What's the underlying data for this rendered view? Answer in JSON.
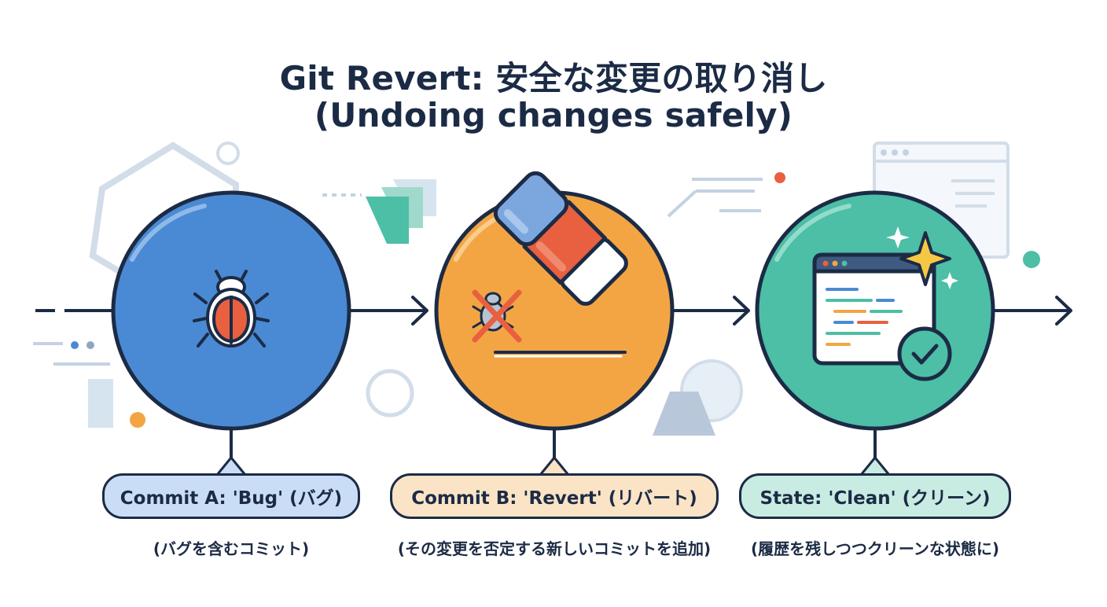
{
  "title": {
    "line1": "Git Revert: 安全な変更の取り消し",
    "line2": "(Undoing changes safely)"
  },
  "steps": [
    {
      "label": "Commit A: 'Bug' (バグ)",
      "caption": "(バグを含むコミット)",
      "color": "#4a8ad4",
      "icon": "bug-icon"
    },
    {
      "label": "Commit B: 'Revert' (リバート)",
      "caption": "(その変更を否定する新しいコミットを追加)",
      "color": "#f3a544",
      "icon": "eraser-icon"
    },
    {
      "label": "State: 'Clean' (クリーン)",
      "caption": "(履歴を残しつつクリーンな状態に)",
      "color": "#4cbfa6",
      "icon": "clean-window-icon"
    }
  ],
  "colors": {
    "outline": "#1c2b45",
    "bug_red": "#e8603f",
    "teal": "#4cbfa6",
    "orange_dot": "#f3a544",
    "decor": "#c3d2e2"
  }
}
